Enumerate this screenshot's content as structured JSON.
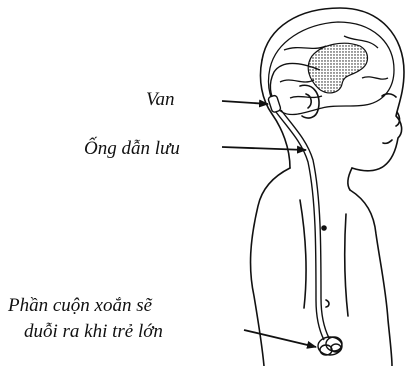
{
  "labels": {
    "valve": "Van",
    "drain_tube": "Ống dẫn lưu",
    "coil_line1": "Phần cuộn xoắn sẽ",
    "coil_line2": "duỗi ra khi trẻ lớn"
  },
  "colors": {
    "ink": "#111111",
    "background": "#ffffff"
  }
}
